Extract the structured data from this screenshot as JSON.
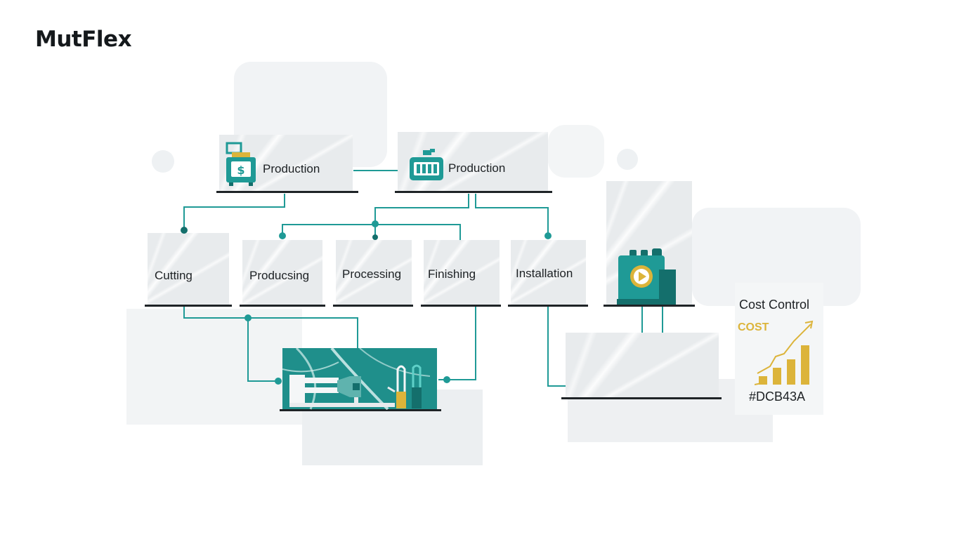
{
  "brand": "MutFlex",
  "top_nodes": [
    {
      "label": "Production",
      "icon": "cash-register-icon"
    },
    {
      "label": "Production",
      "icon": "machine-icon"
    }
  ],
  "stages": [
    "Cutting",
    "Producsing",
    "Processing",
    "Finishing",
    "Installation"
  ],
  "cost": {
    "title": "Cost Control",
    "tag": "COST",
    "hex": "#DCB43A"
  },
  "colors": {
    "teal": "#1f9a96",
    "teal_dark": "#146f6c",
    "gold": "#DCB43A",
    "shelf": "#1e2326",
    "panel": "#e8ebed"
  },
  "icons": [
    "cash-register-icon",
    "machine-icon",
    "media-device-icon",
    "cutting-machine-icon",
    "cost-chart-icon"
  ]
}
